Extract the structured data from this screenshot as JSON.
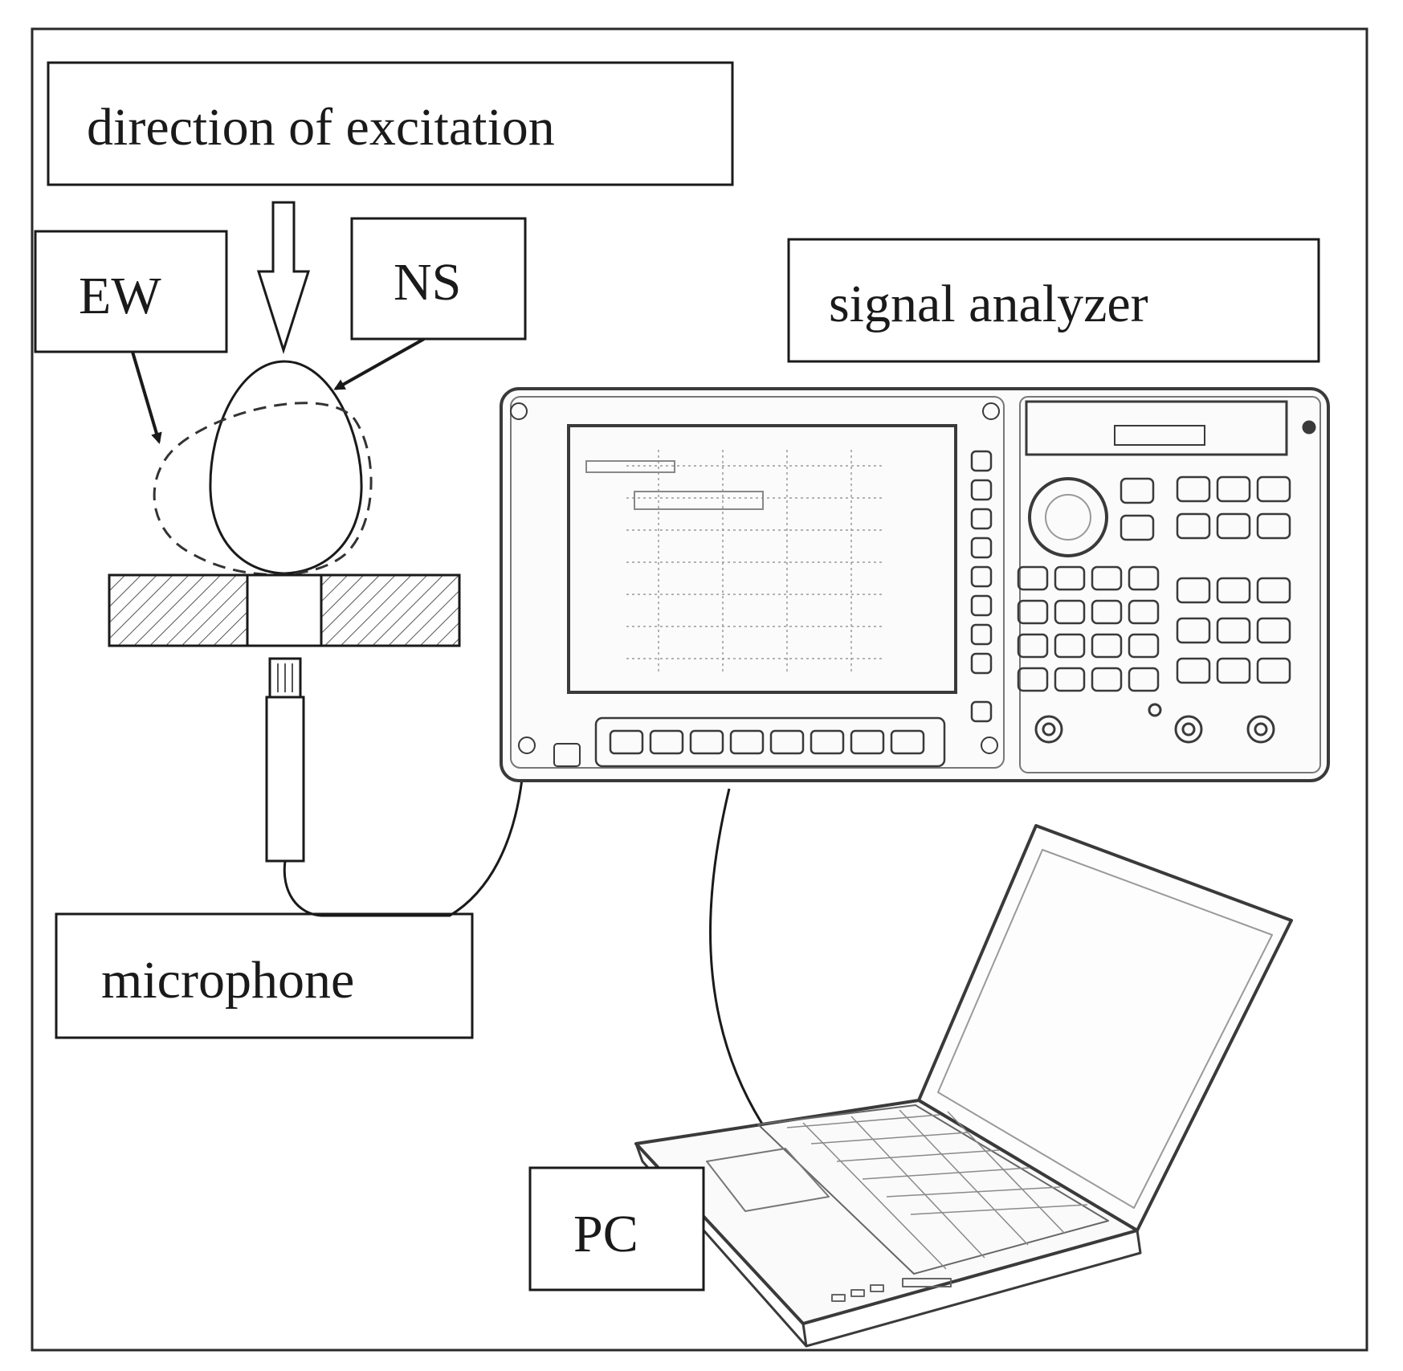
{
  "labels": {
    "direction": "direction of excitation",
    "ew": "EW",
    "ns": "NS",
    "signal_analyzer": "signal analyzer",
    "microphone": "microphone",
    "pc": "PC"
  },
  "colors": {
    "line": "#1a1a1a",
    "faint": "#8a8a8a",
    "background": "#ffffff"
  }
}
